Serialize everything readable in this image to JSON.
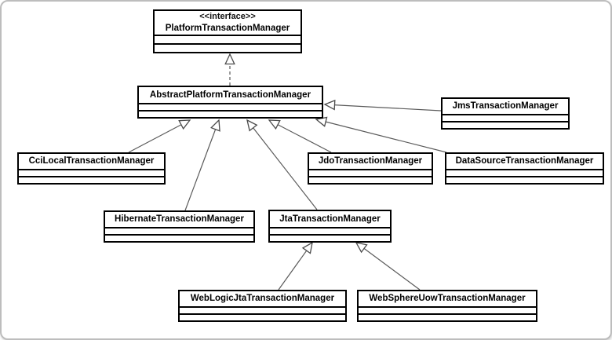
{
  "diagram": {
    "type": "uml-class-diagram",
    "classes": [
      {
        "stereotype": "<<interface>>",
        "name": "PlatformTransactionManager"
      },
      {
        "name": "AbstractPlatformTransactionManager"
      },
      {
        "name": "JmsTransactionManager"
      },
      {
        "name": "CciLocalTransactionManager"
      },
      {
        "name": "JdoTransactionManager"
      },
      {
        "name": "DataSourceTransactionManager"
      },
      {
        "name": "HibernateTransactionManager"
      },
      {
        "name": "JtaTransactionManager"
      },
      {
        "name": "WebLogicJtaTransactionManager"
      },
      {
        "name": "WebSphereUowTransactionManager"
      }
    ],
    "relationships": [
      {
        "from": "AbstractPlatformTransactionManager",
        "to": "PlatformTransactionManager",
        "type": "realization"
      },
      {
        "from": "CciLocalTransactionManager",
        "to": "AbstractPlatformTransactionManager",
        "type": "generalization"
      },
      {
        "from": "HibernateTransactionManager",
        "to": "AbstractPlatformTransactionManager",
        "type": "generalization"
      },
      {
        "from": "JtaTransactionManager",
        "to": "AbstractPlatformTransactionManager",
        "type": "generalization"
      },
      {
        "from": "JdoTransactionManager",
        "to": "AbstractPlatformTransactionManager",
        "type": "generalization"
      },
      {
        "from": "DataSourceTransactionManager",
        "to": "AbstractPlatformTransactionManager",
        "type": "generalization"
      },
      {
        "from": "JmsTransactionManager",
        "to": "AbstractPlatformTransactionManager",
        "type": "generalization"
      },
      {
        "from": "WebLogicJtaTransactionManager",
        "to": "JtaTransactionManager",
        "type": "generalization"
      },
      {
        "from": "WebSphereUowTransactionManager",
        "to": "JtaTransactionManager",
        "type": "generalization"
      }
    ],
    "colors": {
      "box_border": "#000000",
      "box_fill": "#ffffff",
      "line": "#555555",
      "frame_border": "#bdbdbd"
    }
  }
}
